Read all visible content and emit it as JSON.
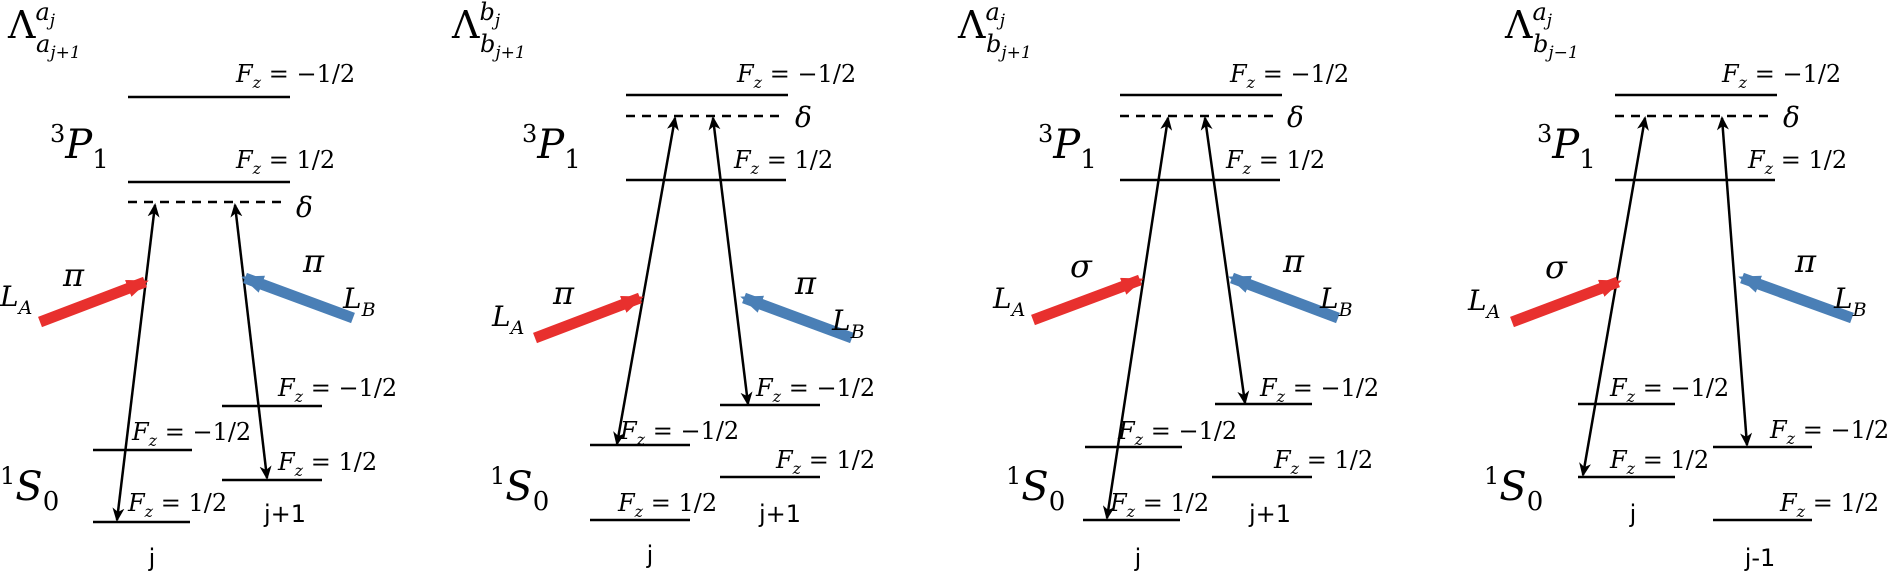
{
  "colors": {
    "laser_a": "#e8302e",
    "laser_b": "#4a7fb6",
    "line": "#000000"
  },
  "panels": [
    {
      "title_main": "Λ",
      "title_sup": "a",
      "title_sup_sub": "j",
      "title_sub": "a",
      "title_sub_sub": "j+1",
      "p_state": "P",
      "p_sup": "3",
      "p_sub": "1",
      "s_state": "S",
      "s_sup": "1",
      "s_sub": "0",
      "delta": "δ",
      "upper_top": "F_z = −1/2",
      "upper_bottom": "F_z = 1/2",
      "left_pol": "π",
      "right_pol": "π",
      "laser_a": "L_A",
      "laser_b": "L_B",
      "left_upper": "F_z = −1/2",
      "left_lower": "F_z = 1/2",
      "right_upper": "F_z = −1/2",
      "right_lower": "F_z = 1/2",
      "left_site": "j",
      "right_site": "j+1"
    },
    {
      "title_main": "Λ",
      "title_sup": "b",
      "title_sup_sub": "j",
      "title_sub": "b",
      "title_sub_sub": "j+1",
      "p_state": "P",
      "p_sup": "3",
      "p_sub": "1",
      "s_state": "S",
      "s_sup": "1",
      "s_sub": "0",
      "delta": "δ",
      "upper_top": "F_z = −1/2",
      "upper_bottom": "F_z = 1/2",
      "left_pol": "π",
      "right_pol": "π",
      "laser_a": "L_A",
      "laser_b": "L_B",
      "left_upper": "F_z = −1/2",
      "left_lower": "F_z = 1/2",
      "right_upper": "F_z = −1/2",
      "right_lower": "F_z = 1/2",
      "left_site": "j",
      "right_site": "j+1"
    },
    {
      "title_main": "Λ",
      "title_sup": "a",
      "title_sup_sub": "j",
      "title_sub": "b",
      "title_sub_sub": "j+1",
      "p_state": "P",
      "p_sup": "3",
      "p_sub": "1",
      "s_state": "S",
      "s_sup": "1",
      "s_sub": "0",
      "delta": "δ",
      "upper_top": "F_z = −1/2",
      "upper_bottom": "F_z = 1/2",
      "left_pol": "σ",
      "right_pol": "π",
      "laser_a": "L_A",
      "laser_b": "L_B",
      "left_upper": "F_z = −1/2",
      "left_lower": "F_z = 1/2",
      "right_upper": "F_z = −1/2",
      "right_lower": "F_z = 1/2",
      "left_site": "j",
      "right_site": "j+1"
    },
    {
      "title_main": "Λ",
      "title_sup": "a",
      "title_sup_sub": "j",
      "title_sub": "b",
      "title_sub_sub": "j−1",
      "p_state": "P",
      "p_sup": "3",
      "p_sub": "1",
      "s_state": "S",
      "s_sup": "1",
      "s_sub": "0",
      "delta": "δ",
      "upper_top": "F_z = −1/2",
      "upper_bottom": "F_z = 1/2",
      "left_pol": "σ",
      "right_pol": "π",
      "laser_a": "L_A",
      "laser_b": "L_B",
      "left_upper": "F_z = −1/2",
      "left_lower": "F_z = 1/2",
      "right_upper": "F_z = −1/2",
      "right_lower": "F_z = 1/2",
      "left_site": "j",
      "right_site": "j-1"
    }
  ]
}
